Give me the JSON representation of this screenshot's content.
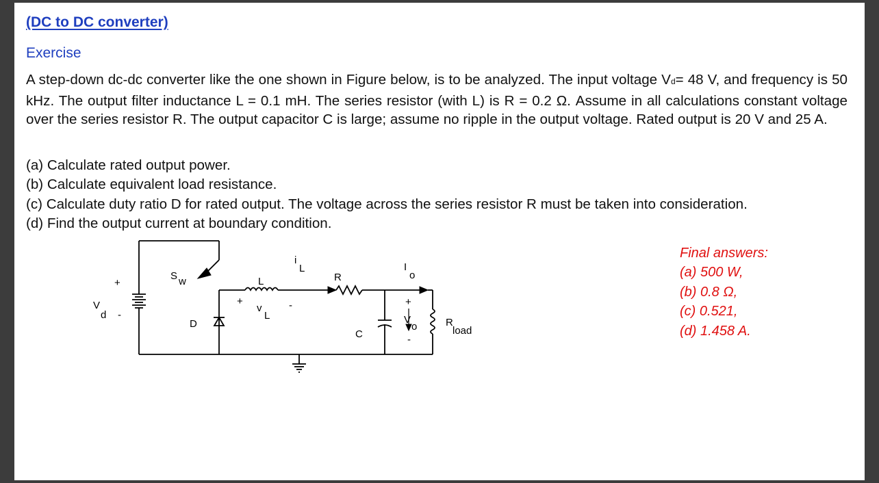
{
  "title": "(DC to DC converter)",
  "subtitle": "Exercise",
  "paragraph": {
    "before_sub": "A step-down dc-dc converter like the one shown in Figure below, is to be analyzed. The input voltage V",
    "sub": "d",
    "after_sub": "= 48 V, and frequency is 50 kHz. The output filter inductance L = 0.1 mH. The series resistor (with L) is R = 0.2 Ω. Assume in all calculations constant voltage over the series resistor R. The output capacitor C is large; assume no ripple in the output voltage. Rated output is 20 V and 25 A."
  },
  "questions": [
    "(a) Calculate rated output power.",
    "(b) Calculate equivalent load resistance.",
    "(c) Calculate duty ratio D for rated output. The voltage across the series resistor R must be taken into consideration.",
    "(d) Find the output current at boundary condition."
  ],
  "answers": {
    "heading": "Final answers:",
    "items": [
      "(a) 500 W,",
      "(b) 0.8 Ω,",
      "(c) 0.521,",
      "(d) 1.458 A."
    ]
  },
  "circuit": {
    "vd_main": "V",
    "vd_sub": "d",
    "vd_plus": "+",
    "vd_minus": "-",
    "sw_main": "S",
    "sw_sub": "w",
    "inductor": "L",
    "il_main": "i",
    "il_sub": "L",
    "vl_plus": "+",
    "vl_main": "v",
    "vl_sub": "L",
    "vl_minus": "-",
    "resistor": "R",
    "io_main": "I",
    "io_sub": "o",
    "vo_plus": "+",
    "vo_main": "V",
    "vo_sub": "o",
    "vo_minus": "-",
    "diode": "D",
    "capacitor": "C",
    "load_main": "R",
    "load_sub": "load"
  }
}
